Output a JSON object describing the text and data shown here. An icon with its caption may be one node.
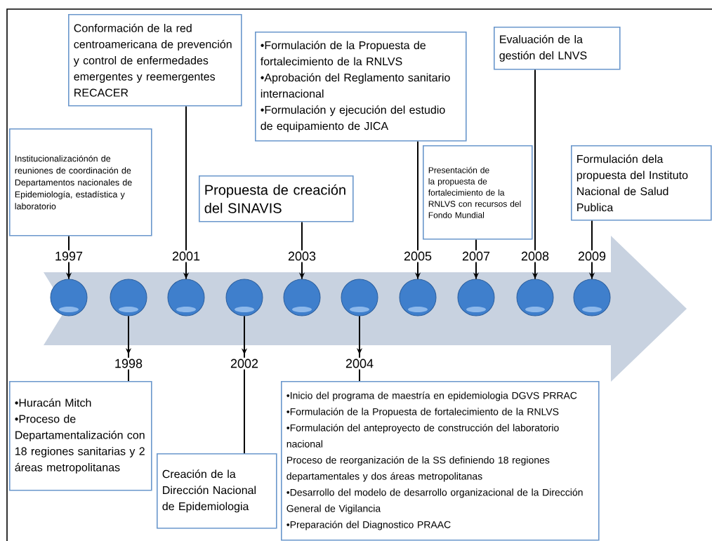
{
  "diagram": {
    "nodes": [
      {
        "text": [
          "Institucionalizaciónón de reuniones de coordinación de Departamentos nacionales de Epidemiología, estadística y laboratorio"
        ]
      },
      {
        "text": [
          "Conformación de la red centroamericana de prevención y control de enfermedades emergentes y reemergentes RECACER"
        ]
      },
      {
        "text": [
          "Propuesta de creación del SINAVIS"
        ]
      },
      {
        "text": [
          "•Formulación de la Propuesta de fortalecimiento de la RNLVS",
          "•Aprobación del Reglamento sanitario internacional",
          "•Formulación y ejecución del estudio de equipamiento de JICA"
        ]
      },
      {
        "text": [
          "Presentación de la propuesta de fortalecimiento de la RNLVS con recursos del Fondo Mundial"
        ]
      },
      {
        "text": [
          "Evaluación de la gestión del LNVS"
        ]
      },
      {
        "text": [
          "Formulación dela propuesta del Instituto Nacional de Salud Publica"
        ]
      },
      {
        "text": [
          "•Huracán Mitch",
          "•Proceso de Departamentalización con 18 regiones sanitarias y 2 áreas metropolitanas"
        ]
      },
      {
        "text": [
          "Creación de la Dirección Nacional de Epidemiologia"
        ]
      },
      {
        "text": [
          "•Inicio del programa de maestría en epidemiologia DGVS PRRAC",
          "•Formulación de la Propuesta de fortalecimiento de la RNLVS",
          "•Formulación del anteproyecto de construcción del laboratorio nacional",
          "Proceso de reorganización de la SS definiendo 18 regiones departamentales y dos áreas metropolitanas",
          "•Desarrollo del modelo de desarrollo organizacional de la Dirección General de Vigilancia",
          "•Preparación del Diagnostico PRAAC"
        ]
      },
      {
        "text": [],
        "shape": "arrow"
      },
      {
        "text": [],
        "shape": "circle",
        "in": 10
      },
      {
        "text": [],
        "shape": "circle",
        "in": 10
      },
      {
        "text": [],
        "shape": "circle",
        "in": 10
      },
      {
        "text": [],
        "shape": "circle",
        "in": 10
      },
      {
        "text": [],
        "shape": "circle",
        "in": 10
      },
      {
        "text": [],
        "shape": "circle",
        "in": 10
      },
      {
        "text": [],
        "shape": "circle",
        "in": 10
      },
      {
        "text": [],
        "shape": "circle",
        "in": 10
      },
      {
        "text": [],
        "shape": "circle",
        "in": 10
      },
      {
        "text": [],
        "shape": "circle",
        "in": 10
      }
    ],
    "edges": [
      {
        "from": 0,
        "to": 11,
        "arrow": "to",
        "label": "1997"
      },
      {
        "from": 12,
        "to": 7,
        "arrow": "to",
        "label": "1998"
      },
      {
        "from": 1,
        "to": 13,
        "arrow": "to",
        "label": "2001"
      },
      {
        "from": 14,
        "to": 8,
        "arrow": "to",
        "label": "2002"
      },
      {
        "from": 2,
        "to": 15,
        "arrow": "to",
        "label": "2003"
      },
      {
        "from": 16,
        "to": 9,
        "arrow": "to",
        "label": "2004"
      },
      {
        "from": 3,
        "to": 17,
        "arrow": "to",
        "label": "2005"
      },
      {
        "from": 4,
        "to": 18,
        "arrow": "to",
        "label": "2007"
      },
      {
        "from": 5,
        "to": 19,
        "arrow": "to",
        "label": "2008"
      },
      {
        "from": 6,
        "to": 20,
        "arrow": "to",
        "label": "2009"
      }
    ]
  }
}
